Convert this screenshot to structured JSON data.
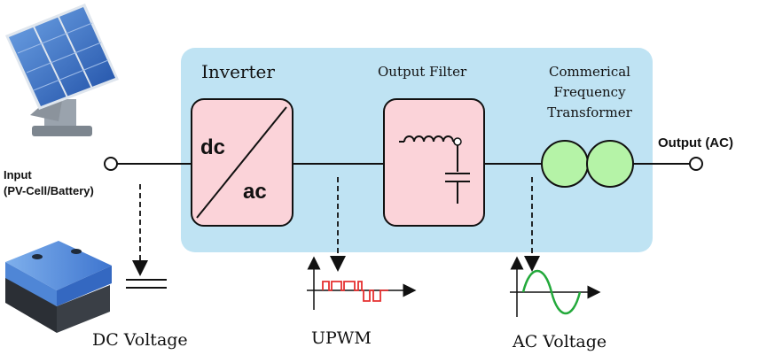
{
  "blocks": {
    "inverter": {
      "title": "Inverter",
      "top_text": "dc",
      "bottom_text": "ac"
    },
    "filter": {
      "title": "Output Filter"
    },
    "transformer": {
      "title_line1": "Commerical",
      "title_line2": "Frequency",
      "title_line3": "Transformer"
    }
  },
  "terminals": {
    "input_line1": "Input",
    "input_line2": "(PV-Cell/Battery)",
    "output": "Output (AC)"
  },
  "waveforms": {
    "dc": "DC Voltage",
    "upwm": "UPWM",
    "ac": "AC Voltage"
  },
  "colors": {
    "system_box": "#bfe3f3",
    "block_fill": "#fbd3d9",
    "transformer_fill": "#b5f3a7",
    "pwm": "#e53030",
    "sine": "#23a93b"
  },
  "icons": [
    "solar-panel-icon",
    "battery-icon"
  ]
}
